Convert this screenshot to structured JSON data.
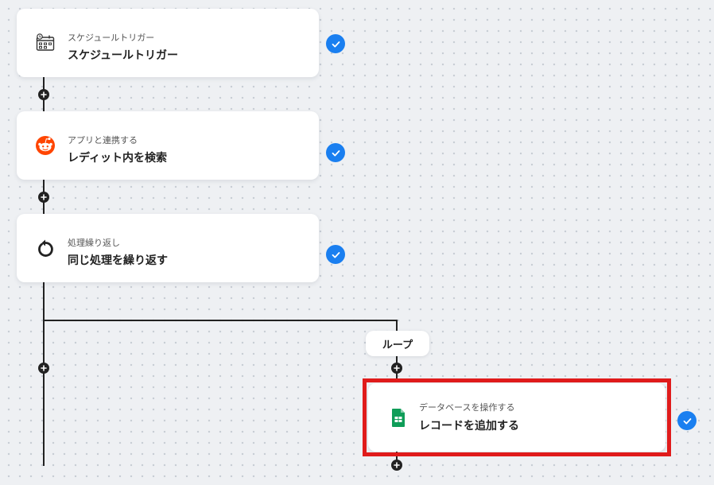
{
  "steps": [
    {
      "subtitle": "スケジュールトリガー",
      "title": "スケジュールトリガー",
      "icon": "calendar-clock-icon"
    },
    {
      "subtitle": "アプリと連携する",
      "title": "レディット内を検索",
      "icon": "reddit-icon"
    },
    {
      "subtitle": "処理繰り返し",
      "title": "同じ処理を繰り返す",
      "icon": "loop-icon"
    },
    {
      "subtitle": "データベースを操作する",
      "title": "レコードを追加する",
      "icon": "google-sheets-icon"
    }
  ],
  "loop_label": "ループ",
  "colors": {
    "check": "#1a7ff0",
    "reddit": "#ff4500",
    "sheets": "#0f9d58",
    "highlight": "#e01b1b",
    "connector": "#222222"
  }
}
